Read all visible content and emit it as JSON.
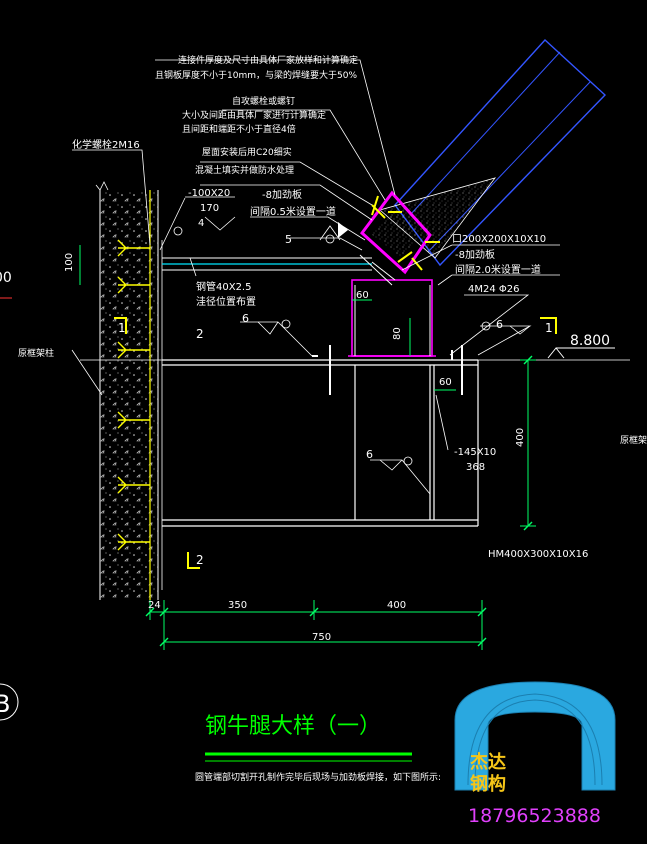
{
  "drawing": {
    "title": "钢牛腿大样（一）",
    "note_bottom": "圆管端部切割开孔制作完毕后现场与加劲板焊接，如下图所示:",
    "annotations": {
      "connection_note_1": "连接件厚度及尺寸由具体厂家放样和计算确定",
      "connection_note_2": "且钢板厚度不小于10mm，与梁的焊缝要大于50%",
      "bolt_title": "自攻螺栓或螺钉",
      "bolt_note_1": "大小及间距由具体厂家进行计算确定",
      "bolt_note_2": "且间距和端距不小于直径4倍",
      "concrete_note_1": "屋面安装后用C20细实",
      "concrete_note_2": "混凝土填实并做防水处理",
      "chem_anchor": "化学螺栓2M16",
      "plate_100x20": "-100X20",
      "dim_170": "170",
      "weld_4": "4",
      "stiffener_8_a": "-8加劲板",
      "stiffener_8_a_spacing": "间隔0.5米设置一道",
      "weld_5": "5",
      "tube_200": "口200X200X10X10",
      "stiffener_8_b": "-8加劲板",
      "stiffener_8_b_spacing": "间隔2.0米设置一道",
      "pipe_40": "钢管40X2.5",
      "pipe_40_note": "洼径位置布置",
      "dim_60_top": "60",
      "dim_80": "80",
      "anchor_4m24": "4M24 Φ26",
      "weld_6_left": "6",
      "weld_6_right": "6",
      "weld_6_mid": "6",
      "elevation": "8.800",
      "elev_left": "00",
      "section_mark": "1",
      "section_num": "2",
      "column_label": "原框架柱",
      "beam_label_right": "原框架",
      "dim_60_bottom": "60",
      "plate_145": "-145X10",
      "dim_368": "368",
      "dim_400_v": "400",
      "dim_100_v": "100",
      "member_hm": "HM400X300X10X16",
      "dim_24": "24",
      "dim_350": "350",
      "dim_400_h": "400",
      "dim_750": "750",
      "grid_mark": "B"
    }
  },
  "logo": {
    "company": "杰达钢构",
    "company_line1": "杰达",
    "company_line2": "钢构",
    "phone": "18796523888",
    "color_arch": "#2aa8e0",
    "color_text": "#f5c518",
    "color_phone": "#e040fb"
  },
  "colors": {
    "line": "#ffffff",
    "dim": "#00ff66",
    "magenta": "#ff00ff",
    "yellow": "#ffff00",
    "cyan": "#00e5ff",
    "blue": "#3355ff",
    "red": "#ff3333",
    "green": "#00ff00"
  }
}
